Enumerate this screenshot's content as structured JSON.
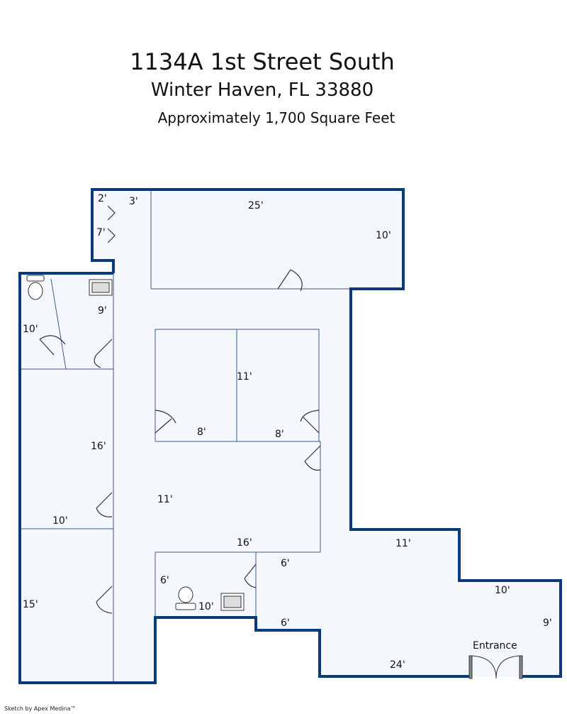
{
  "header": {
    "title": "1134A 1st Street South",
    "subtitle": "Winter Haven, FL 33880",
    "area": "Approximately 1,700 Square Feet"
  },
  "footer": "Sketch by Apex Medina™",
  "colors": {
    "wall": "#0a3a7a",
    "floor": "#f4f8fc",
    "interior_line": "#3a5a8a"
  },
  "dimensions": {
    "closet_w": "2'",
    "closet_l": "7'",
    "hall_w": "3'",
    "top_room_w": "25'",
    "top_room_d": "10'",
    "bath1_d": "9'",
    "bath1_w": "10'",
    "office_a_d": "11'",
    "office_a_w": "8'",
    "office_b_w": "8'",
    "left_room1_d": "16'",
    "left_room1_w": "10'",
    "mid_room_d": "11'",
    "mid_room_w": "16'",
    "left_room2_d": "15'",
    "bath2_d": "6'",
    "bath2_w": "10'",
    "step_d1": "6'",
    "step_d2": "6'",
    "lobby_11": "11'",
    "lobby_10": "10'",
    "lobby_9": "9'",
    "lobby_24": "24'"
  },
  "entrance_label": "Entrance"
}
